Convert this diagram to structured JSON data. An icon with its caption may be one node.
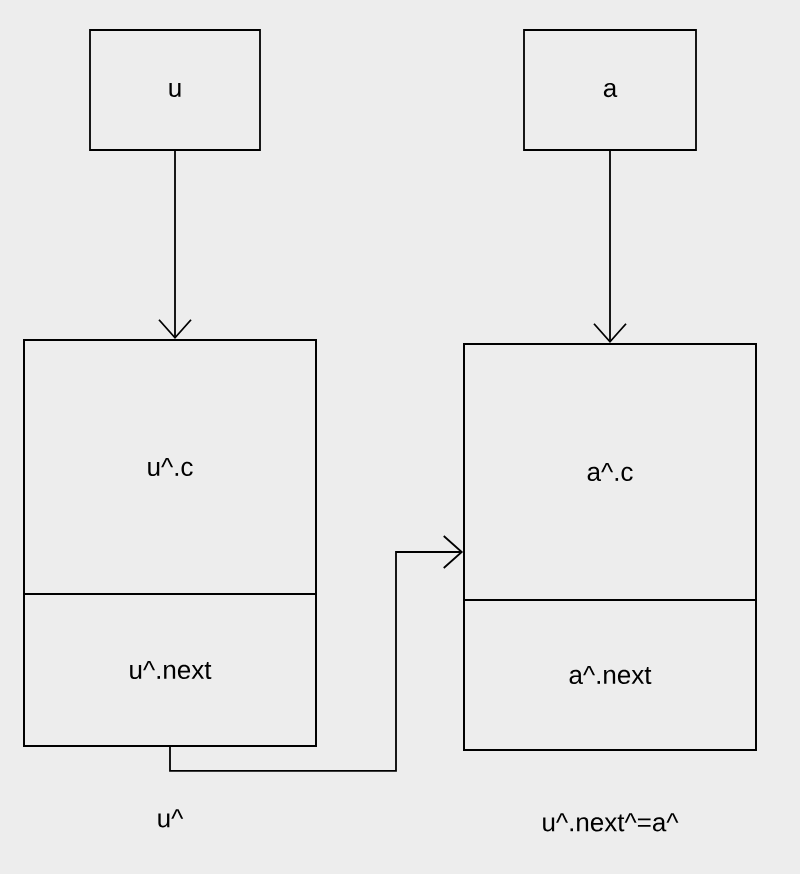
{
  "diagram": {
    "nodes": [
      {
        "text": [
          "u"
        ]
      },
      {
        "text": [
          "a"
        ]
      },
      {
        "text": [],
        "shape": "box",
        "beside": [
          "u^"
        ]
      },
      {
        "text": [
          "u^.c"
        ],
        "in": 2
      },
      {
        "text": [
          "u^.next"
        ],
        "in": 2
      },
      {
        "text": [],
        "shape": "box",
        "beside": [
          "u^.next^=a^"
        ]
      },
      {
        "text": [
          "a^.c"
        ],
        "in": 5
      },
      {
        "text": [
          "a^.next"
        ],
        "in": 5
      }
    ],
    "edges": [
      {
        "from": 0,
        "to": 2,
        "arrow": "to"
      },
      {
        "from": 1,
        "to": 5,
        "arrow": "to"
      },
      {
        "from": 4,
        "to": 6,
        "arrow": "to"
      }
    ]
  }
}
